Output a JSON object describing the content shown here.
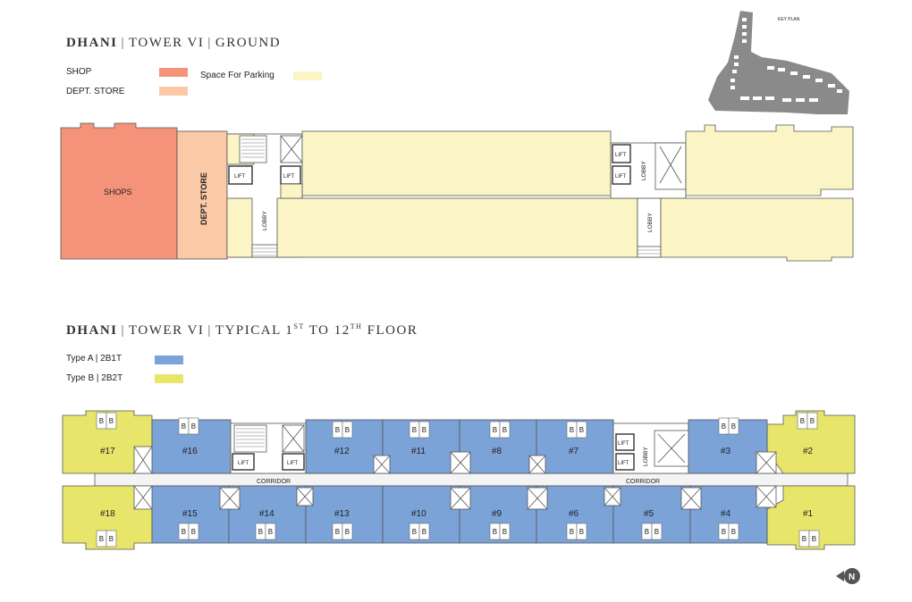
{
  "ground": {
    "title_bold": "DHANI",
    "title_tower": "TOWER VI",
    "title_floor": "GROUND",
    "legend": [
      {
        "label": "SHOP",
        "color": "#f4927a"
      },
      {
        "label": "DEPT. STORE",
        "color": "#fbc9a5"
      },
      {
        "label": "Space For Parking",
        "color": "#fbf5c6"
      }
    ],
    "shops_label": "SHOPS",
    "dept_label": "DEPT. STORE",
    "lift_label": "LIFT",
    "lobby_label": "LOBBY"
  },
  "key_plan": {
    "label": "KEY PLAN"
  },
  "typical": {
    "title_bold": "DHANI",
    "title_tower": "TOWER VI",
    "title_pre": "TYPICAL 1",
    "title_sup1": "ST",
    "title_mid": " TO 12",
    "title_sup2": "TH",
    "title_post": " FLOOR",
    "legend": [
      {
        "label": "Type A | 2B1T",
        "color": "#7ba3d8"
      },
      {
        "label": "Type B | 2B2T",
        "color": "#e8e66a"
      }
    ],
    "corridor_label": "CORRIDOR",
    "bath_label": "B",
    "units_top": [
      "#17",
      "#16",
      "#12",
      "#11",
      "#8",
      "#7",
      "#3",
      "#2"
    ],
    "units_bottom": [
      "#18",
      "#15",
      "#14",
      "#13",
      "#10",
      "#9",
      "#6",
      "#5",
      "#4",
      "#1"
    ]
  },
  "north": {
    "label": "N"
  }
}
